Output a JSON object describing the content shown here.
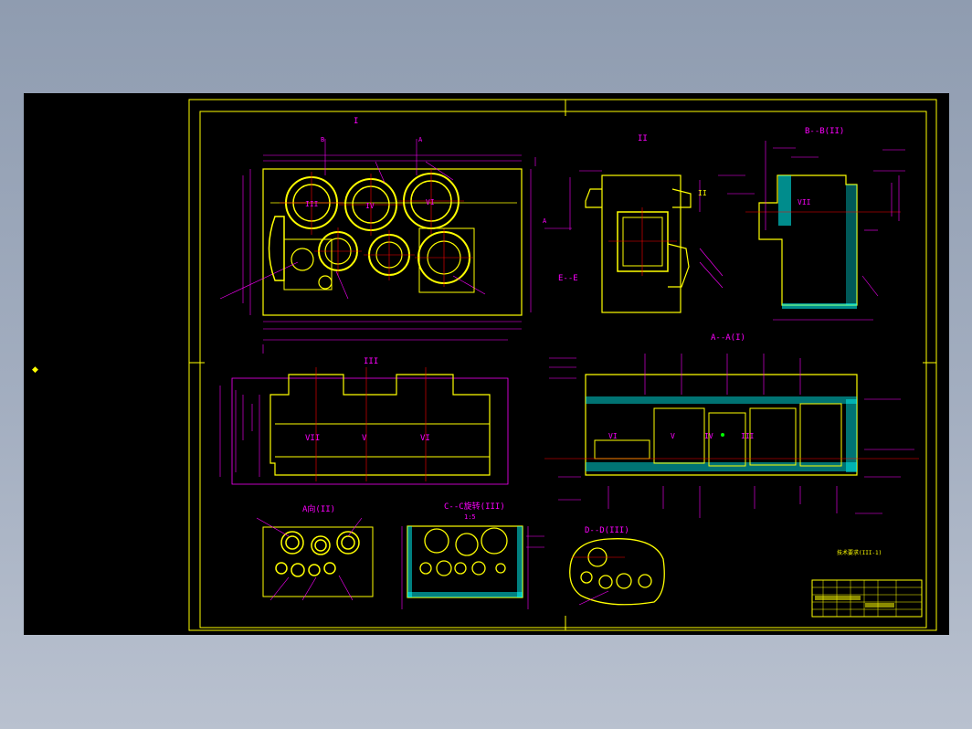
{
  "colors": {
    "background": "#000000",
    "frame": "#ffff00",
    "dimension": "#ff00ff",
    "outline": "#ffff00",
    "centerline": "#ff0000",
    "hatch": "#00ffff",
    "accent_green": "#00ff00"
  },
  "view_labels": {
    "front": "I",
    "top": "II",
    "section_b": "B--B(II)",
    "side": "III",
    "section_a": "A--A(I)",
    "section_e": "E--E",
    "detail_a": "A向(II)",
    "section_c": "C--C旋转(III)",
    "section_c_scale": "1:5",
    "section_d": "D--D(III)",
    "section_b_marker": "B",
    "section_a_marker": "A"
  },
  "roman_labels": {
    "front_gears": [
      "III",
      "IV",
      "VI"
    ],
    "side_axes": [
      "VII",
      "V",
      "VI"
    ],
    "section_a_axes": [
      "VI",
      "V",
      "IV",
      "III"
    ],
    "section_b_axis": "VII",
    "top_view_marker": "II"
  },
  "tech_note": "技术要求(III-1)"
}
